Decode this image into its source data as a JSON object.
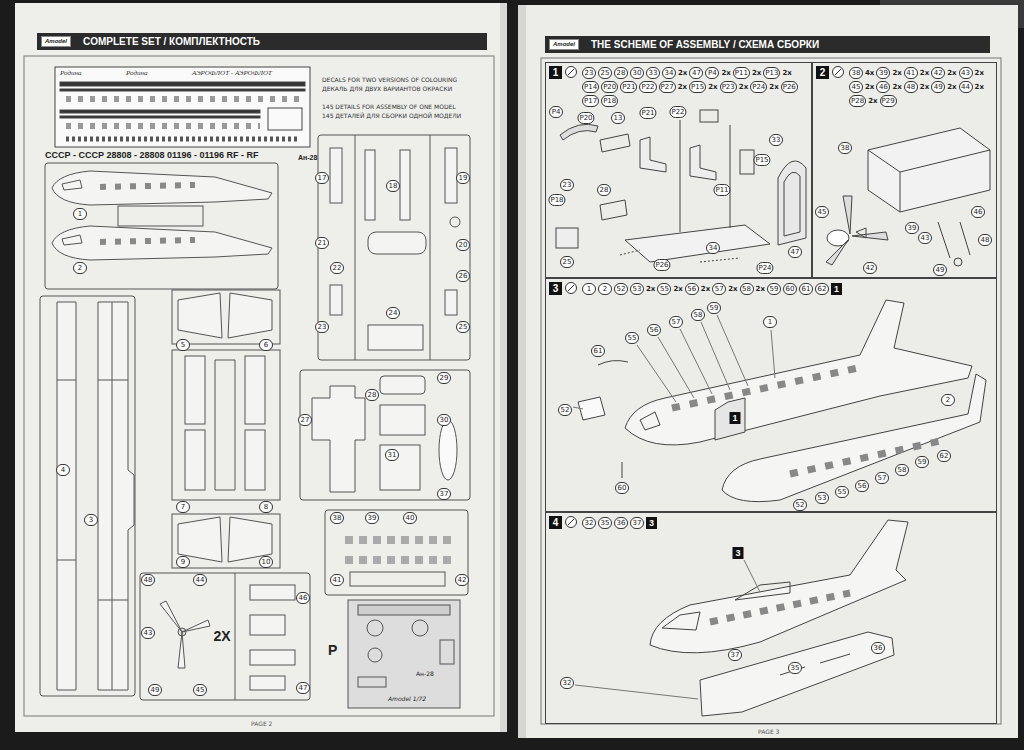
{
  "diagram": {
    "nodes": [
      {
        "text": [
          "PAGE 2"
        ]
      },
      {
        "text": [
          "COMPLETE SET / КОМПЛЕКТНОСТЬ"
        ],
        "in": 0
      },
      {
        "text": [
          "Родина",
          "Родина",
          "АЭРОФЛОТ - АЭРОФЛОТ",
          "СССР - СССР 28808 - 28808 01196 - 01196 RF - RF",
          "Ан-28"
        ],
        "in": 0
      },
      {
        "text": [
          "P",
          "Ан-28",
          "Amodel 1/72"
        ],
        "in": 0
      },
      {
        "text": [
          "PAGE 3"
        ]
      },
      {
        "text": [
          "THE SCHEME OF ASSEMBLY / СХЕМА СБОРКИ"
        ],
        "in": 4
      },
      {
        "text": [
          "1"
        ],
        "in": 4
      },
      {
        "text": [
          "2"
        ],
        "in": 4
      },
      {
        "text": [
          "3"
        ],
        "in": 4
      },
      {
        "text": [
          "4"
        ],
        "in": 4
      }
    ],
    "labels": [
      "Amodel",
      "Amodel",
      "DECALS FOR TWO VERSIONS OF COLOURING",
      "ДЕКАЛЬ ДЛЯ ДВУХ ВАРИАНТОВ ОКРАСКИ",
      "145 DETAILS FOR ASSEMBLY OF ONE MODEL",
      "145 ДЕТАЛЕЙ ДЛЯ СБОРКИ ОДНОЙ МОДЕЛИ",
      "1",
      "2",
      "4",
      "3",
      "5",
      "6",
      "7",
      "8",
      "9",
      "10",
      "17",
      "18",
      "19",
      "20",
      "21",
      "22",
      "23",
      "24",
      "25",
      "26",
      "27",
      "28",
      "29",
      "30",
      "31",
      "37",
      "38",
      "39",
      "40",
      "41",
      "42",
      "43",
      "44",
      "45",
      "46",
      "47",
      "48",
      "49",
      "2X",
      "23",
      "25",
      "28",
      "30",
      "33",
      "34",
      "2x",
      "47",
      "P4",
      "2x",
      "P11",
      "2x",
      "P13",
      "2x",
      "P14",
      "P20",
      "P21",
      "P22",
      "P27",
      "2x",
      "P15",
      "2x",
      "P23",
      "2x",
      "P24",
      "2x",
      "P26",
      "P17",
      "P18",
      "P4",
      "P20",
      "13",
      "P21",
      "P22",
      "33",
      "P15",
      "23",
      "P18",
      "28",
      "P11",
      "34",
      "25",
      "47",
      "P26",
      "P24",
      "38",
      "4x",
      "39",
      "2x",
      "41",
      "2x",
      "42",
      "2x",
      "43",
      "2x",
      "45",
      "2x",
      "46",
      "2x",
      "48",
      "2x",
      "49",
      "2x",
      "44",
      "2x",
      "P28",
      "2x",
      "P29",
      "38",
      "39",
      "42",
      "43",
      "45",
      "46",
      "48",
      "49",
      "1",
      "2",
      "52",
      "53",
      "2x",
      "55",
      "2x",
      "56",
      "2x",
      "57",
      "2x",
      "58",
      "2x",
      "59",
      "60",
      "61",
      "62",
      "1",
      "61",
      "55",
      "56",
      "57",
      "58",
      "59",
      "1",
      "52",
      "60",
      "2",
      "62",
      "52",
      "53",
      "55",
      "56",
      "57",
      "58",
      "59",
      "1",
      "32",
      "35",
      "36",
      "37",
      "3",
      "3",
      "37",
      "35",
      "36",
      "32"
    ]
  }
}
